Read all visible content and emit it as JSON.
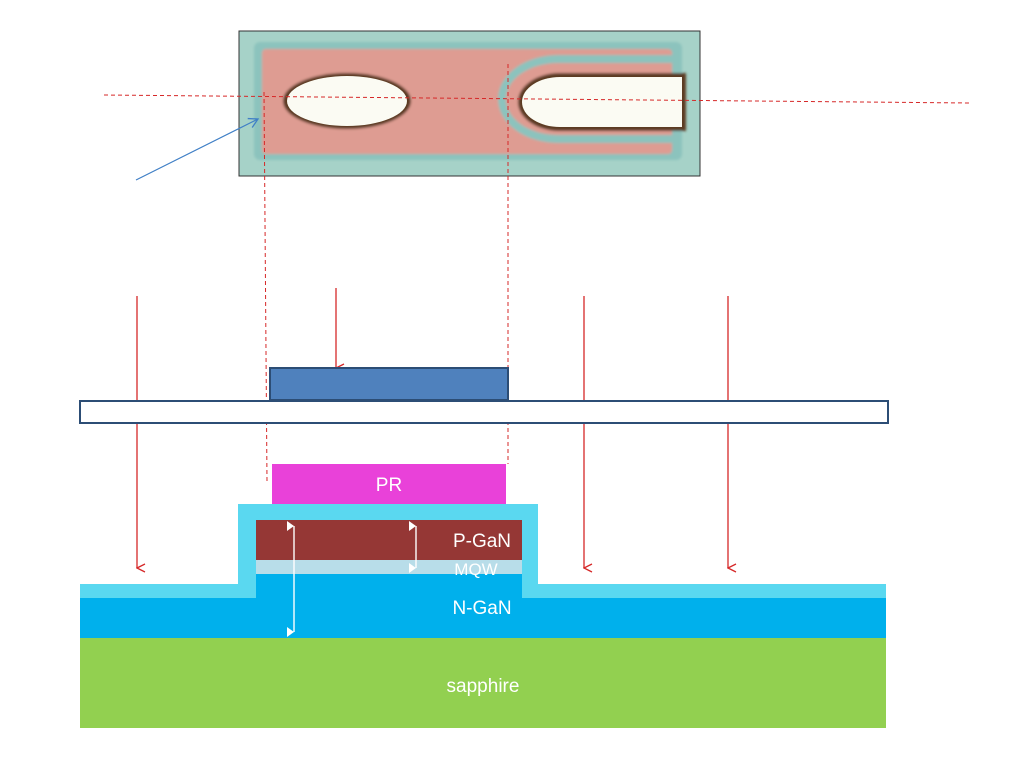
{
  "colors": {
    "red_line": "#d62828",
    "blue_arrow": "#3f7fc6",
    "mask_bar": "#4f81bd",
    "mask_bar_border": "#2c4d75",
    "glass_plate_border": "#2c4d75",
    "pr": "#e941d9",
    "passivation": "#5ad8f0",
    "p_gan": "#953735",
    "mqw": "#b8dde9",
    "n_gan": "#00b0ec",
    "sapphire": "#92d050",
    "micrograph_bg": "#a6d2c8",
    "micrograph_pad": "#de9c92"
  },
  "layers": {
    "pr": "PR",
    "p_gan": "P-GaN",
    "mqw": "MQW",
    "n_gan": "N-GaN",
    "sapphire": "sapphire"
  }
}
